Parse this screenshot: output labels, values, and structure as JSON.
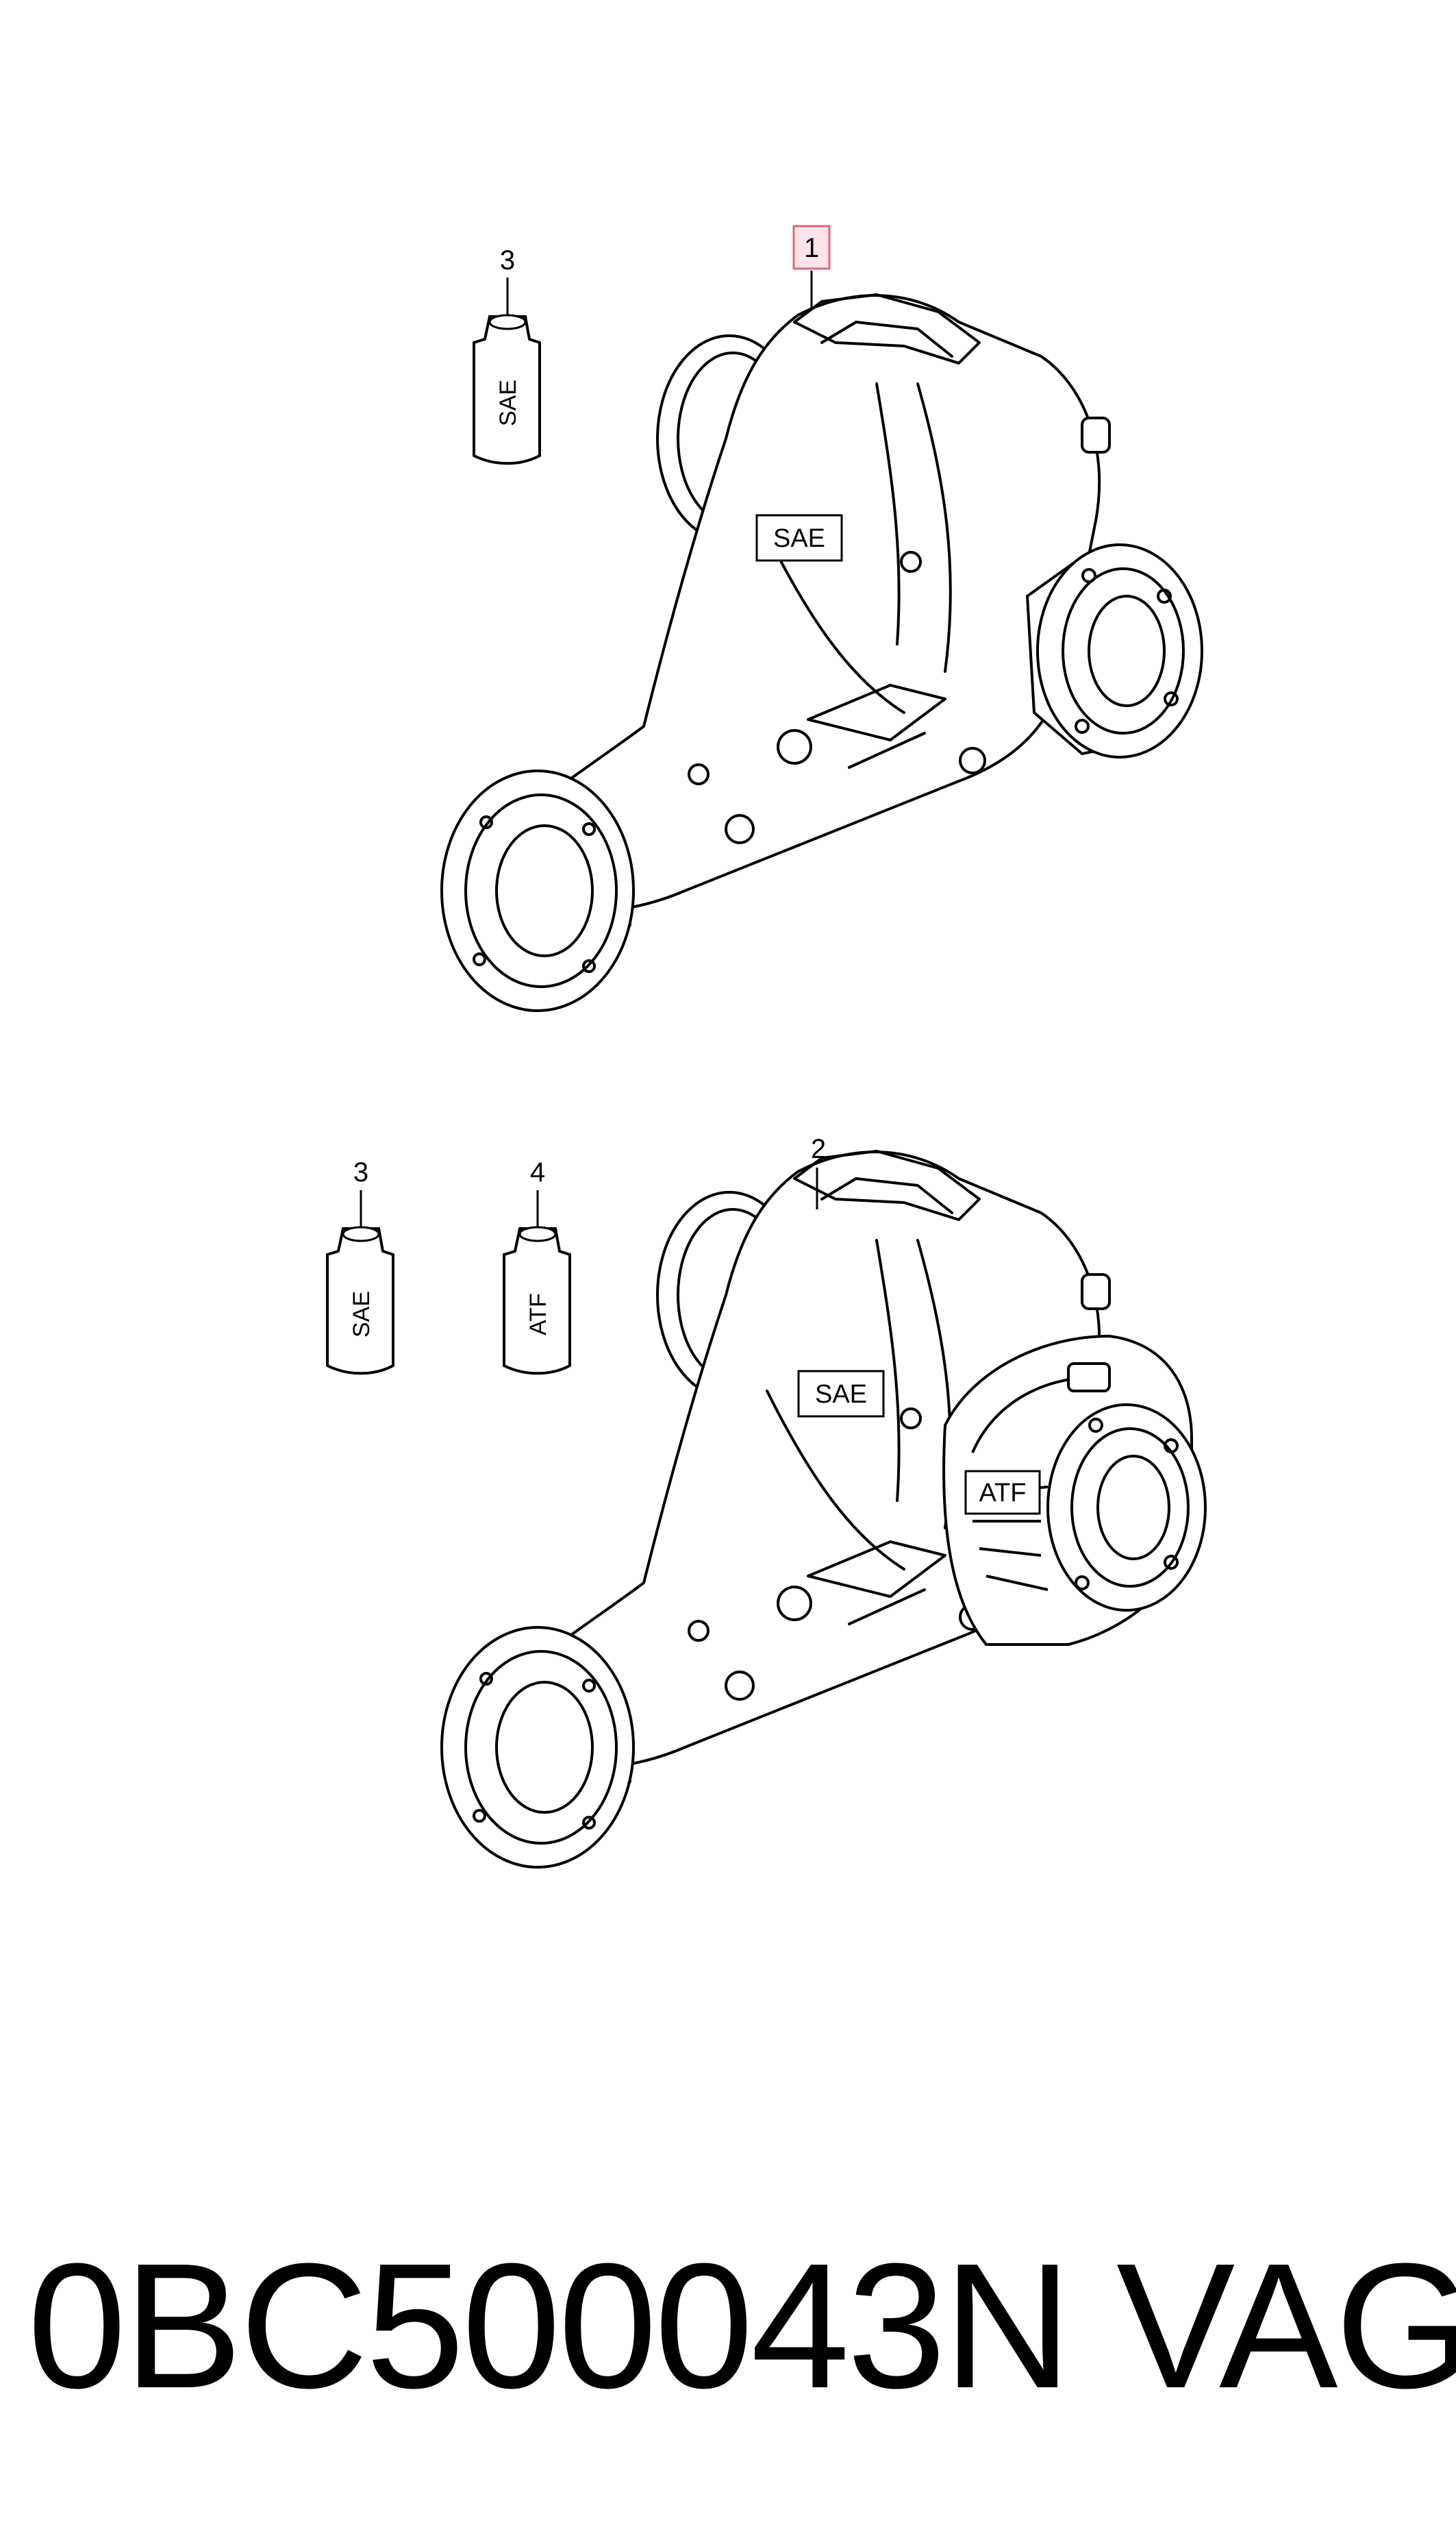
{
  "callouts": {
    "upper_assembly": "1",
    "lower_assembly": "2",
    "upper_bottle": "3",
    "lower_bottle_sae": "3",
    "lower_bottle_atf": "4"
  },
  "labels": {
    "upper_housing": "SAE",
    "lower_housing": "SAE",
    "lower_side_cover": "ATF",
    "bottle_sae_upper": "SAE",
    "bottle_sae_lower": "SAE",
    "bottle_atf": "ATF"
  },
  "footer": {
    "part_number": "0BC500043N",
    "brand": "VAG"
  },
  "colors": {
    "line": "#000000",
    "background": "#ffffff",
    "highlight_fill": "#fde3ea",
    "highlight_stroke": "#e0667e"
  }
}
